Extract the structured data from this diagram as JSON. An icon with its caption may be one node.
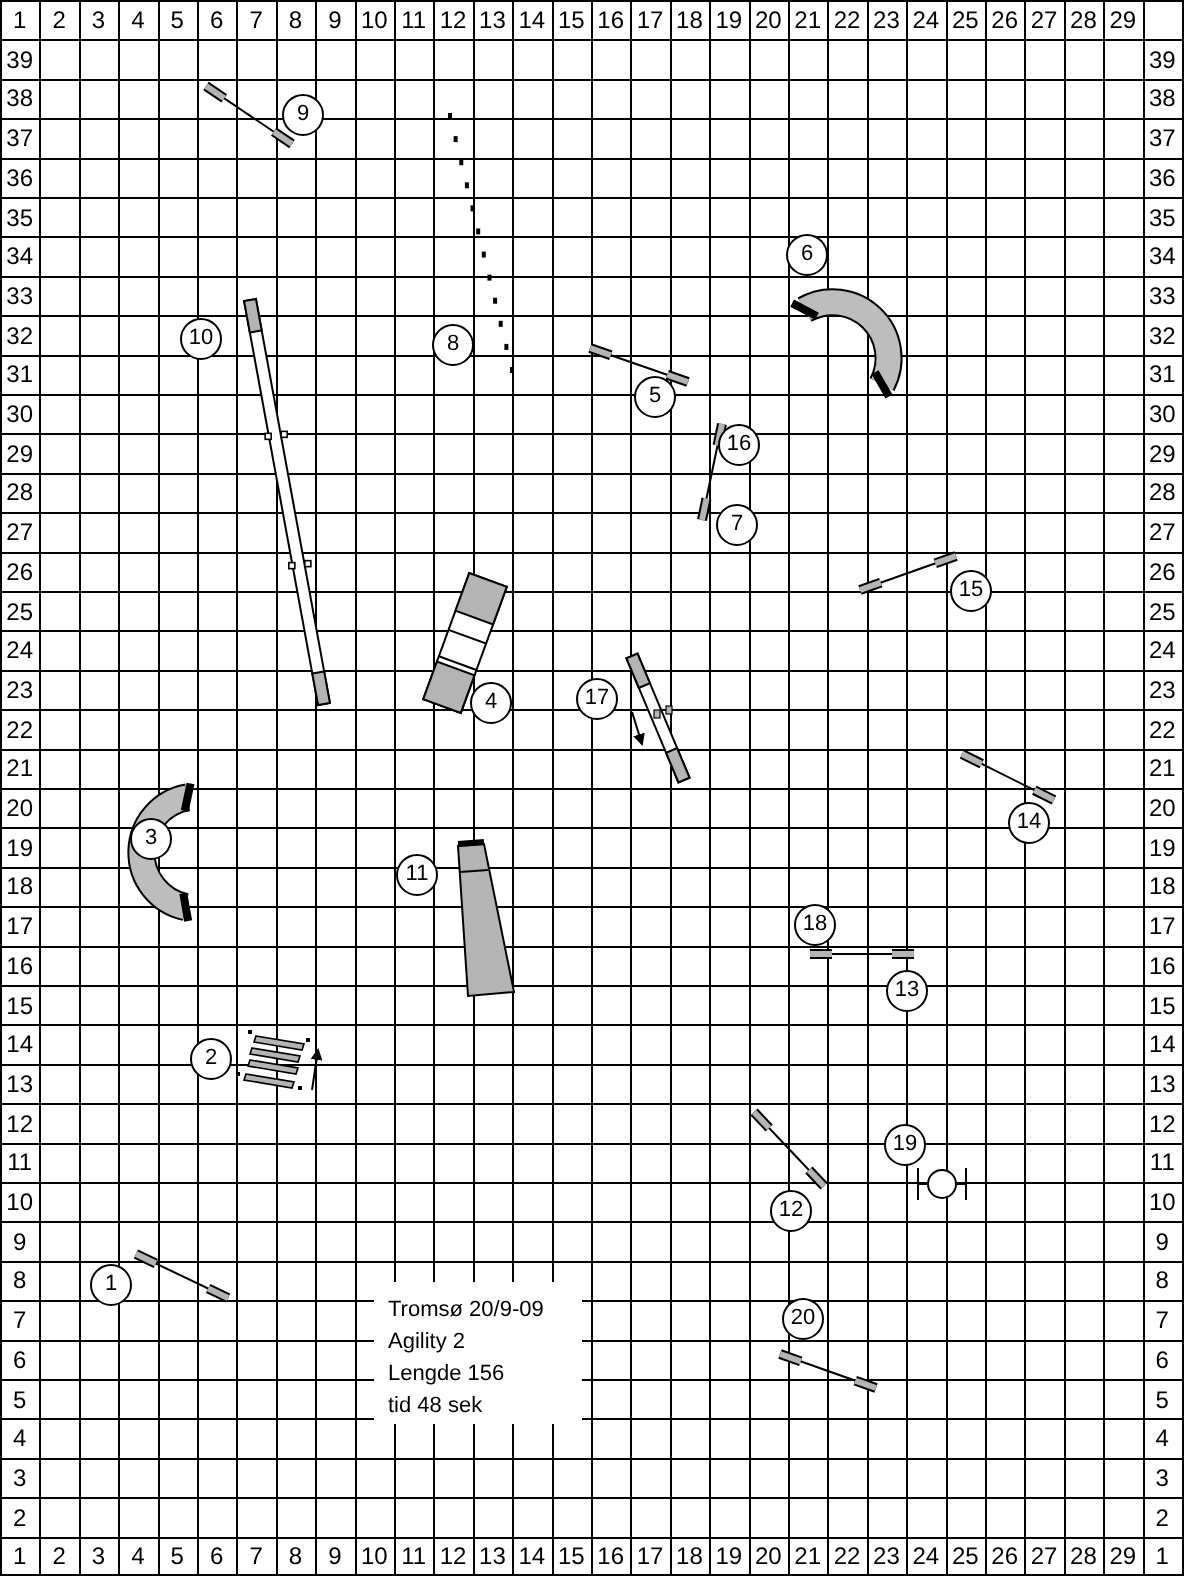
{
  "diagram": {
    "nodes": [
      {
        "text": [
          "1"
        ]
      },
      {
        "text": [
          "2"
        ]
      },
      {
        "text": [
          "3"
        ]
      },
      {
        "text": [
          "4"
        ]
      },
      {
        "text": [
          "5"
        ]
      },
      {
        "text": [
          "6"
        ]
      },
      {
        "text": [
          "7"
        ]
      },
      {
        "text": [
          "8"
        ]
      },
      {
        "text": [
          "9"
        ]
      },
      {
        "text": [
          "10"
        ]
      },
      {
        "text": [
          "11"
        ]
      },
      {
        "text": [
          "12"
        ]
      },
      {
        "text": [
          "13"
        ]
      },
      {
        "text": [
          "14"
        ]
      },
      {
        "text": [
          "15"
        ]
      },
      {
        "text": [
          "16"
        ]
      },
      {
        "text": [
          "17"
        ]
      },
      {
        "text": [
          "18"
        ]
      },
      {
        "text": [
          "19"
        ]
      },
      {
        "text": [
          "20"
        ]
      }
    ],
    "labels": [
      "1",
      "2",
      "3",
      "4",
      "5",
      "6",
      "7",
      "8",
      "9",
      "10",
      "11",
      "12",
      "13",
      "14",
      "15",
      "16",
      "17",
      "18",
      "19",
      "20",
      "21",
      "22",
      "23",
      "24",
      "25",
      "26",
      "27",
      "28",
      "29",
      "39",
      "39",
      "38",
      "38",
      "37",
      "37",
      "36",
      "36",
      "35",
      "35",
      "34",
      "34",
      "33",
      "33",
      "32",
      "32",
      "31",
      "31",
      "30",
      "30",
      "29",
      "29",
      "28",
      "28",
      "27",
      "27",
      "26",
      "26",
      "25",
      "25",
      "24",
      "24",
      "23",
      "23",
      "22",
      "22",
      "21",
      "21",
      "20",
      "20",
      "19",
      "19",
      "18",
      "18",
      "17",
      "17",
      "16",
      "16",
      "15",
      "15",
      "14",
      "14",
      "13",
      "13",
      "12",
      "12",
      "11",
      "11",
      "10",
      "10",
      "9",
      "9",
      "8",
      "8",
      "7",
      "7",
      "6",
      "6",
      "5",
      "5",
      "4",
      "4",
      "3",
      "3",
      "2",
      "2",
      "1",
      "2",
      "3",
      "4",
      "5",
      "6",
      "7",
      "8",
      "9",
      "10",
      "11",
      "12",
      "13",
      "14",
      "15",
      "16",
      "17",
      "18",
      "19",
      "20",
      "21",
      "22",
      "23",
      "24",
      "25",
      "26",
      "27",
      "28",
      "29",
      "1",
      "Tromsø 20/9-09",
      "Agility 2",
      "Lengde 156",
      "tid 48 sek"
    ]
  }
}
